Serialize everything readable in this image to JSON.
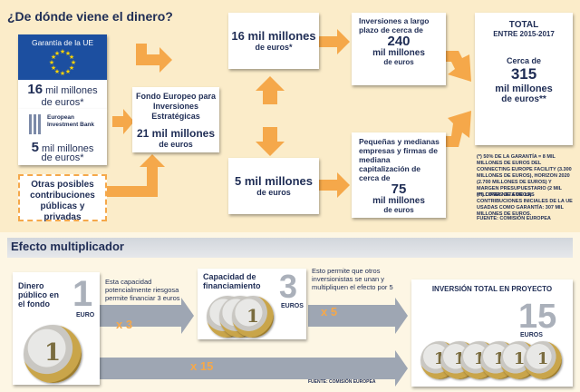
{
  "title": "¿De dónde viene el dinero?",
  "sources": {
    "eu_label": "Garantía de la UE",
    "eu_amount_num": "16",
    "eu_amount_unit": "mil millones",
    "eu_amount_tail": "de euros*",
    "eib_name": "European Investment Bank",
    "eib_amount_num": "5",
    "eib_amount_unit": "mil millones",
    "eib_amount_tail": "de euros*",
    "other": "Otras posibles contribuciones públicas y privadas"
  },
  "fund": {
    "name": "Fondo Europeo para Inversiones Estratégicas",
    "amount": "21 mil millones",
    "unit": "de euros"
  },
  "split_top": {
    "amount": "16 mil millones",
    "unit": "de euros*"
  },
  "split_bottom": {
    "amount": "5 mil millones",
    "unit": "de euros"
  },
  "long_term": {
    "text": "Inversiones a largo plazo de cerca de",
    "num": "240",
    "unit": "mil millones",
    "tail": "de euros"
  },
  "sme": {
    "text": "Pequeñas y medianas empresas y firmas de mediana capitalización de cerca de",
    "num": "75",
    "unit": "mil millones",
    "tail": "de euros"
  },
  "total": {
    "label": "TOTAL",
    "period": "ENTRE 2015-2017",
    "prefix": "Cerca de",
    "num": "315",
    "unit": "mil millones",
    "tail": "de euros**"
  },
  "notes": {
    "n1": "(*) 50% DE LA GARANTÍA = 8 MIL MILLONES DE EUROS DEL CONNECTING EUROPE FACILITY (3.300 MILLONES DE EUROS), HORIZON 2020 (2.700 MILLONES DE EUROS) Y MARGEN PRESUPUESTARIO (2 MIL MILLONES DE EUROS)",
    "n2": "(**) CIFRA NETA DE LAS CONTRIBUCIONES INICIALES DE LA UE USADAS COMO GARANTÍA: 307 MIL MILLONES DE EUROS.",
    "source": "FUENTE: COMISIÓN EUROPEA"
  },
  "multiplier": {
    "title": "Efecto multiplicador",
    "public_money": "Dinero público en el fondo",
    "one": "1",
    "one_unit": "EURO",
    "text1": "Esta capacidad potencialmente riesgosa permite financiar 3 euros",
    "x3": "x 3",
    "capacity": "Capacidad de financiamiento",
    "three": "3",
    "three_unit": "EUROS",
    "text2": "Esto permite que otros inversionistas se unan y multipliquen el efecto por 5",
    "x5": "x 5",
    "total_label": "INVERSIÓN TOTAL EN PROYECTO",
    "fifteen": "15",
    "fifteen_unit": "EUROS",
    "x15": "x 15",
    "source": "FUENTE: COMISIÓN EUROPEA"
  },
  "colors": {
    "navy": "#1f2d55",
    "orange": "#f5a84a",
    "grey_arrow": "#9ea6b3",
    "eu_blue": "#1c4fa0",
    "eu_star": "#ffd400"
  }
}
